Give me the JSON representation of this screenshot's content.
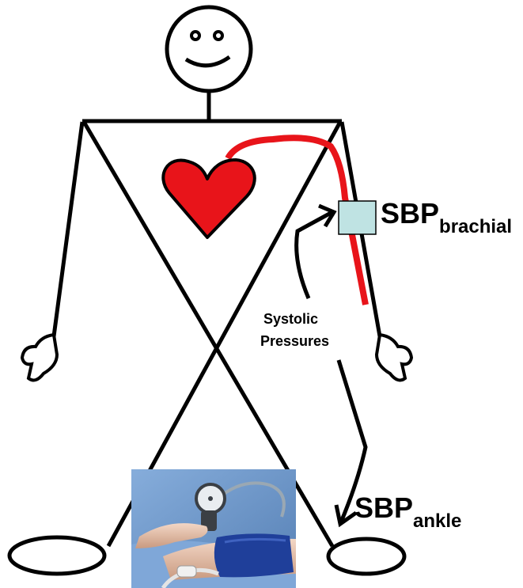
{
  "labels": {
    "sbp_main_1": "SBP",
    "sbp_sub_1": "brachial",
    "sbp_main_2": "SBP",
    "sbp_sub_2": "ankle",
    "center_line_1": "Systolic",
    "center_line_2": "Pressures"
  },
  "colors": {
    "artery": "#e8141a",
    "heart": "#e8141a",
    "cuff_fill": "#bfe3e3",
    "photo_background": "#6f98c5",
    "photo_cuff": "#1f3f9a"
  },
  "icons": {
    "figure": "stick-figure",
    "heart": "heart-icon",
    "cuff": "cuff-square",
    "photo": "ankle-blood-pressure-measurement-photo"
  }
}
